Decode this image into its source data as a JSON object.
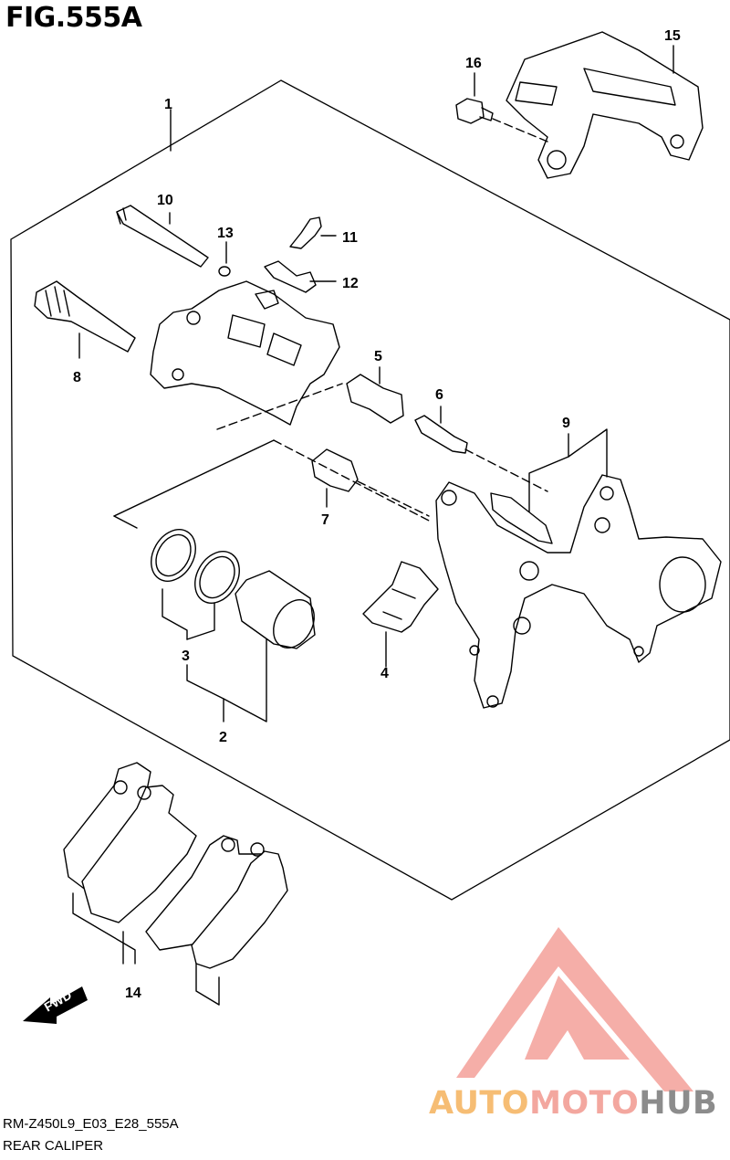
{
  "figure": {
    "title": "FIG.555A",
    "code": "RM-Z450L9_E03_E28_555A",
    "name": "REAR CALIPER"
  },
  "callouts": [
    {
      "id": "1",
      "label": "1"
    },
    {
      "id": "2",
      "label": "2"
    },
    {
      "id": "3",
      "label": "3"
    },
    {
      "id": "4",
      "label": "4"
    },
    {
      "id": "5",
      "label": "5"
    },
    {
      "id": "6",
      "label": "6"
    },
    {
      "id": "7",
      "label": "7"
    },
    {
      "id": "8",
      "label": "8"
    },
    {
      "id": "9",
      "label": "9"
    },
    {
      "id": "10",
      "label": "10"
    },
    {
      "id": "11",
      "label": "11"
    },
    {
      "id": "12",
      "label": "12"
    },
    {
      "id": "13",
      "label": "13"
    },
    {
      "id": "14",
      "label": "14"
    },
    {
      "id": "15",
      "label": "15"
    },
    {
      "id": "16",
      "label": "16"
    }
  ],
  "direction_arrow": {
    "label": "FWD"
  },
  "watermark": {
    "part1": "AUTO",
    "part2": "MOTO",
    "part3": "HUB",
    "colors": {
      "auto": "#f6bd74",
      "moto": "#f3a79f",
      "hub": "#8c8c8c",
      "mark": "#f4a09a"
    }
  }
}
